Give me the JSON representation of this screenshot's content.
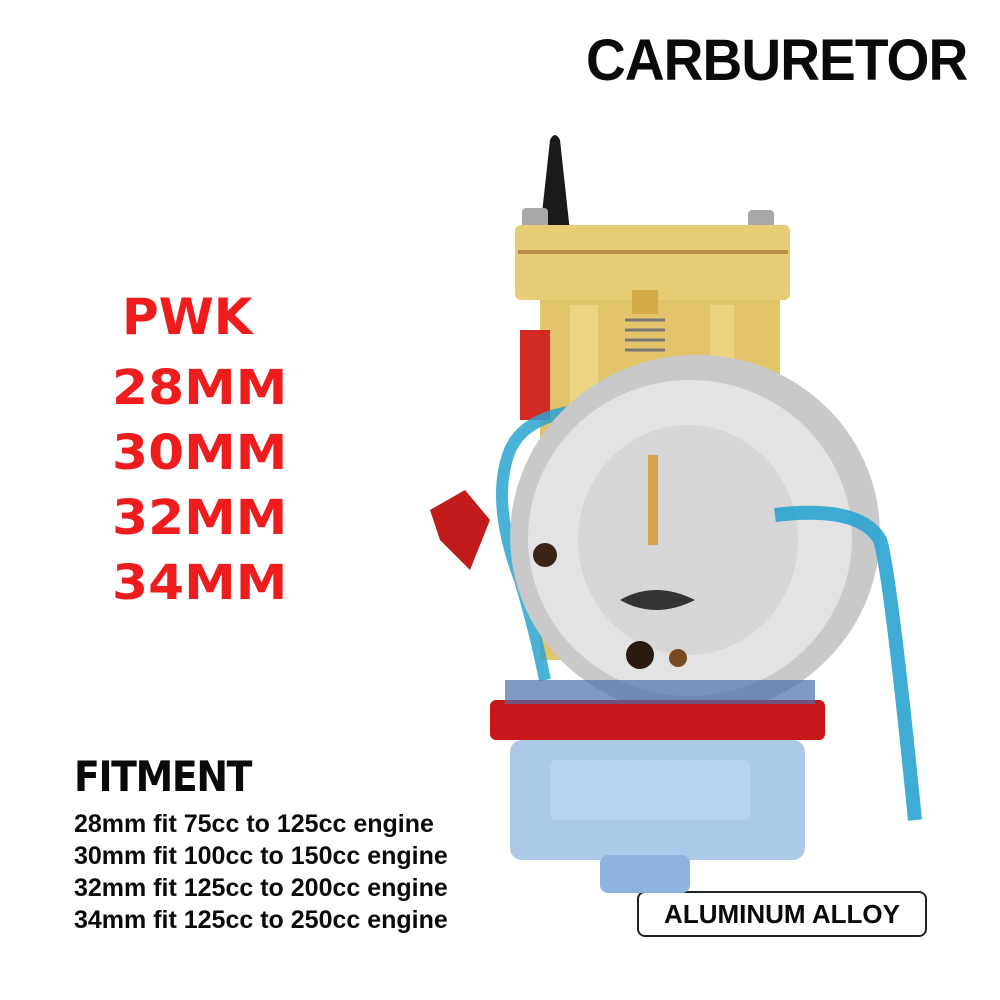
{
  "header": {
    "title": "CARBURETOR"
  },
  "model": {
    "brand": "PWK",
    "sizes": [
      "28MM",
      "30MM",
      "32MM",
      "34MM"
    ]
  },
  "fitment": {
    "heading": "FITMENT",
    "lines": [
      "28mm fit 75cc to 125cc engine",
      "30mm fit 100cc to 150cc engine",
      "32mm fit 125cc to 200cc engine",
      "34mm fit 125cc to 250cc engine"
    ]
  },
  "material_badge": {
    "label": "ALUMINUM ALLOY"
  },
  "product_image": {
    "subject": "carburetor-illustration"
  },
  "colors": {
    "accent_red": "#ee1c1c",
    "text_black": "#0a0a0a",
    "body_gold": "#e2c56a",
    "hose_blue": "#2aa3d0",
    "bowl_blue": "#9fc0e6",
    "plate_red": "#c8171b"
  }
}
